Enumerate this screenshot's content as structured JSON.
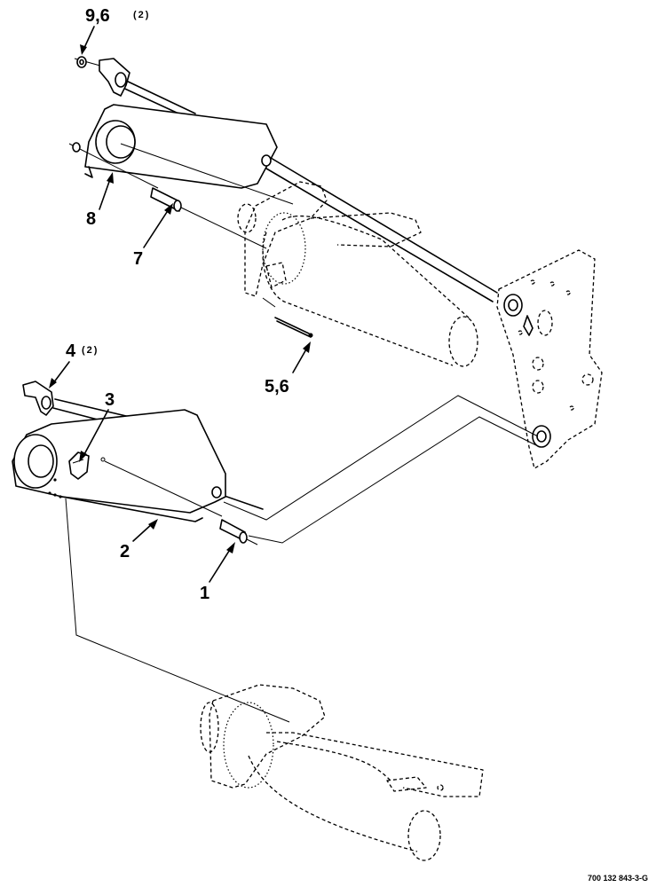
{
  "labels": {
    "l1": "1",
    "l2": "2",
    "l3": "3",
    "l4": "4",
    "l4_qty": "(2)",
    "l56": "5,6",
    "l7": "7",
    "l8": "8",
    "l96": "9,6",
    "l96_qty": "(2)"
  },
  "drawing_number": "700 132 843-3-G"
}
